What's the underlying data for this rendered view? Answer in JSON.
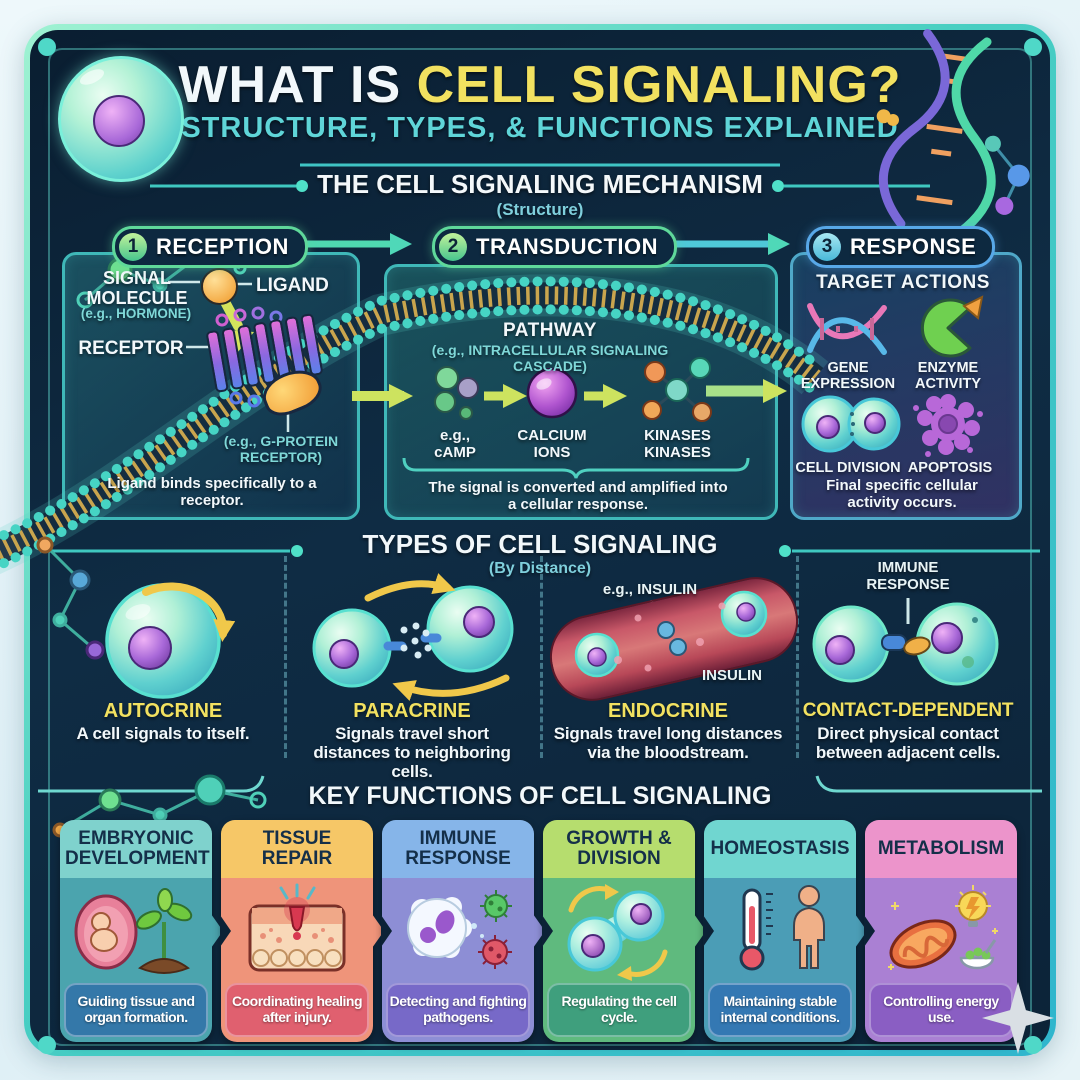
{
  "title": {
    "prefix": "WHAT IS ",
    "highlight": "CELL SIGNALING?",
    "subtitle": "STRUCTURE, TYPES, & FUNCTIONS EXPLAINED"
  },
  "mechanism": {
    "heading": "THE CELL SIGNALING MECHANISM",
    "subheading": "(Structure)",
    "steps": [
      {
        "num": "1",
        "label": "RECEPTION"
      },
      {
        "num": "2",
        "label": "TRANSDUCTION"
      },
      {
        "num": "3",
        "label": "RESPONSE"
      }
    ],
    "reception": {
      "signal_molecule": "SIGNAL MOLECULE",
      "signal_molecule_example": "(e.g., HORMONE)",
      "ligand": "LIGAND",
      "receptor": "RECEPTOR",
      "receptor_example": "(e.g., G-PROTEIN RECEPTOR)",
      "caption": "Ligand binds specifically to a receptor."
    },
    "transduction": {
      "pathway": "PATHWAY",
      "pathway_example": "(e.g., INTRACELLULAR SIGNALING CASCADE)",
      "stages": [
        {
          "label": "e.g., cAMP",
          "icon": "camp-molecules-icon"
        },
        {
          "label": "CALCIUM IONS",
          "icon": "calcium-ion-icon"
        },
        {
          "label": "KINASES KINASES",
          "icon": "kinase-network-icon"
        }
      ],
      "caption": "The signal is converted and amplified into a cellular response."
    },
    "response": {
      "heading": "TARGET ACTIONS",
      "actions": [
        {
          "label": "GENE EXPRESSION",
          "icon": "dna-icon"
        },
        {
          "label": "ENZYME ACTIVITY",
          "icon": "enzyme-icon"
        },
        {
          "label": "CELL DIVISION",
          "icon": "cell-division-icon"
        },
        {
          "label": "APOPTOSIS",
          "icon": "apoptosis-icon"
        }
      ],
      "caption": "Final specific cellular activity occurs."
    }
  },
  "types": {
    "heading": "TYPES OF CELL SIGNALING",
    "subheading": "(By Distance)",
    "items": [
      {
        "name": "AUTOCRINE",
        "desc": "A cell signals to itself."
      },
      {
        "name": "PARACRINE",
        "desc": "Signals travel short distances to neighboring cells."
      },
      {
        "name": "ENDOCRINE",
        "desc": "Signals travel long distances via the bloodstream.",
        "annotation_top": "e.g., INSULIN",
        "annotation_bottom": "INSULIN"
      },
      {
        "name": "CONTACT-DEPENDENT",
        "desc": "Direct physical contact between adjacent cells.",
        "annotation_top": "IMMUNE RESPONSE"
      }
    ]
  },
  "functions": {
    "heading": "KEY FUNCTIONS OF CELL SIGNALING",
    "cards": [
      {
        "title": "EMBRYONIC DEVELOPMENT",
        "desc": "Guiding tissue and organ formation.",
        "icon": "embryo-sprout-icon"
      },
      {
        "title": "TISSUE REPAIR",
        "desc": "Coordinating healing after injury.",
        "icon": "skin-wound-icon"
      },
      {
        "title": "IMMUNE RESPONSE",
        "desc": "Detecting and fighting pathogens.",
        "icon": "white-blood-cell-icon"
      },
      {
        "title": "GROWTH & DIVISION",
        "desc": "Regulating the cell cycle.",
        "icon": "dividing-cell-icon"
      },
      {
        "title": "HOMEOSTASIS",
        "desc": "Maintaining stable internal conditions.",
        "icon": "thermometer-human-icon"
      },
      {
        "title": "METABOLISM",
        "desc": "Controlling energy use.",
        "icon": "mitochondria-energy-icon"
      }
    ]
  },
  "colors": {
    "title_highlight": "#f2e160",
    "accent_teal": "#4fd4cc",
    "type_name_yellow": "#f2e160",
    "card_background": "#0d2437"
  }
}
